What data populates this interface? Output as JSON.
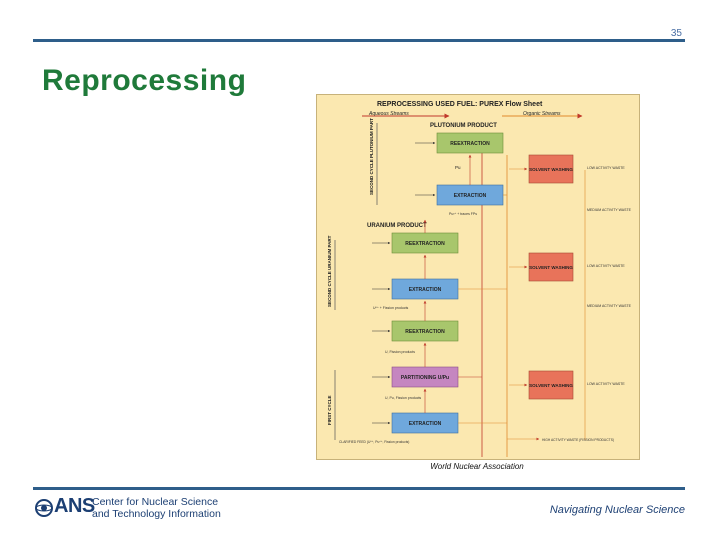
{
  "slide": {
    "page_number": "35",
    "title": "Reprocessing"
  },
  "diagram": {
    "title": "REPROCESSING USED FUEL: PUREX Flow Sheet",
    "legend": {
      "aqueous": "Aqueous Streams",
      "organic": "Organic Streams"
    },
    "products": {
      "plutonium": "PLUTONIUM PRODUCT",
      "uranium": "URANIUM PRODUCT"
    },
    "cycles": {
      "second_pu": "SECOND CYCLE PLUTONIUM PART",
      "second_u": "SECOND CYCLE URANIUM PART",
      "first": "FIRST CYCLE"
    },
    "boxes": {
      "reextraction": "REEXTRACTION",
      "extraction": "EXTRACTION",
      "solvent_washing": "SOLVENT WASHING",
      "partitioning": "PARTITIONING U/Pu"
    },
    "labels": {
      "pu": "Pu",
      "pu_traces": "Pu³⁺ + traces FPs",
      "u_traces": "U⁶⁺ + Fission products",
      "u_fp": "U, Fission products",
      "u_pu_fp": "U, Pu, Fission products",
      "feed": "CLARIFIED FEED (U⁶⁺, Pu⁴⁺, Fission products)",
      "hl_waste": "HIGH ACTIVITY WASTE (FISSION PRODUCTS)",
      "la_waste": "LOW ACTIVITY WASTE",
      "ma_waste": "MEDIUM ACTIVITY WASTE"
    }
  },
  "credit": "World Nuclear Association",
  "footer": {
    "logo_abbr": "ANS",
    "logo_line1": "Center for Nuclear Science",
    "logo_line2": "and Technology Information",
    "tagline": "Navigating Nuclear Science"
  }
}
